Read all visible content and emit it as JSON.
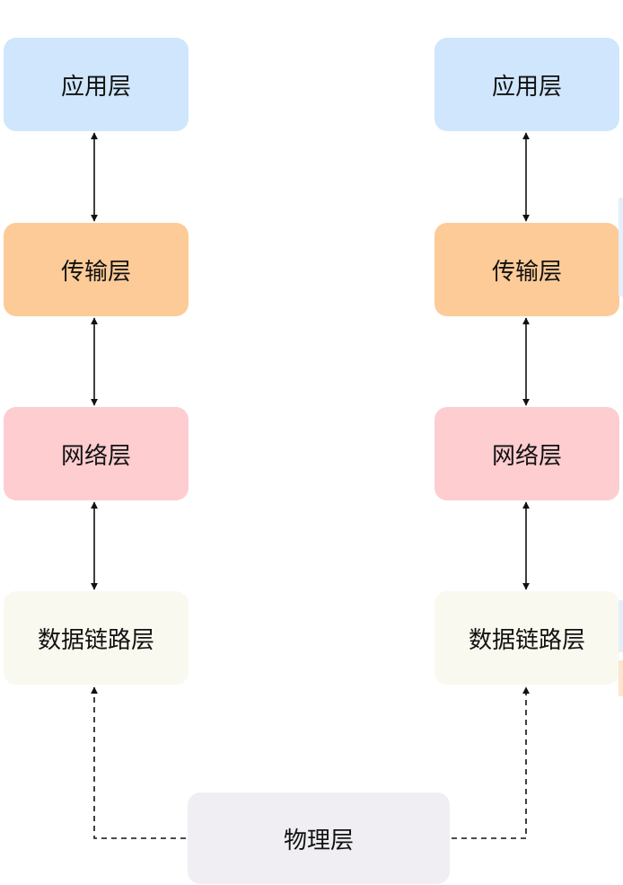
{
  "layers": {
    "application": {
      "label": "应用层",
      "color": "#cfe6fc"
    },
    "transport": {
      "label": "传输层",
      "color": "#fdcb98"
    },
    "network": {
      "label": "网络层",
      "color": "#fdcdd0"
    },
    "datalink": {
      "label": "数据链路层",
      "color": "#f9f9ef"
    }
  },
  "physical": {
    "label": "物理层",
    "color": "#f0eef2"
  },
  "colors": {
    "arrow": "#111111",
    "background": "#ffffff"
  },
  "connectors": {
    "between_layers": "bidirectional-solid",
    "physical_to_datalink": "one-way-dashed"
  }
}
